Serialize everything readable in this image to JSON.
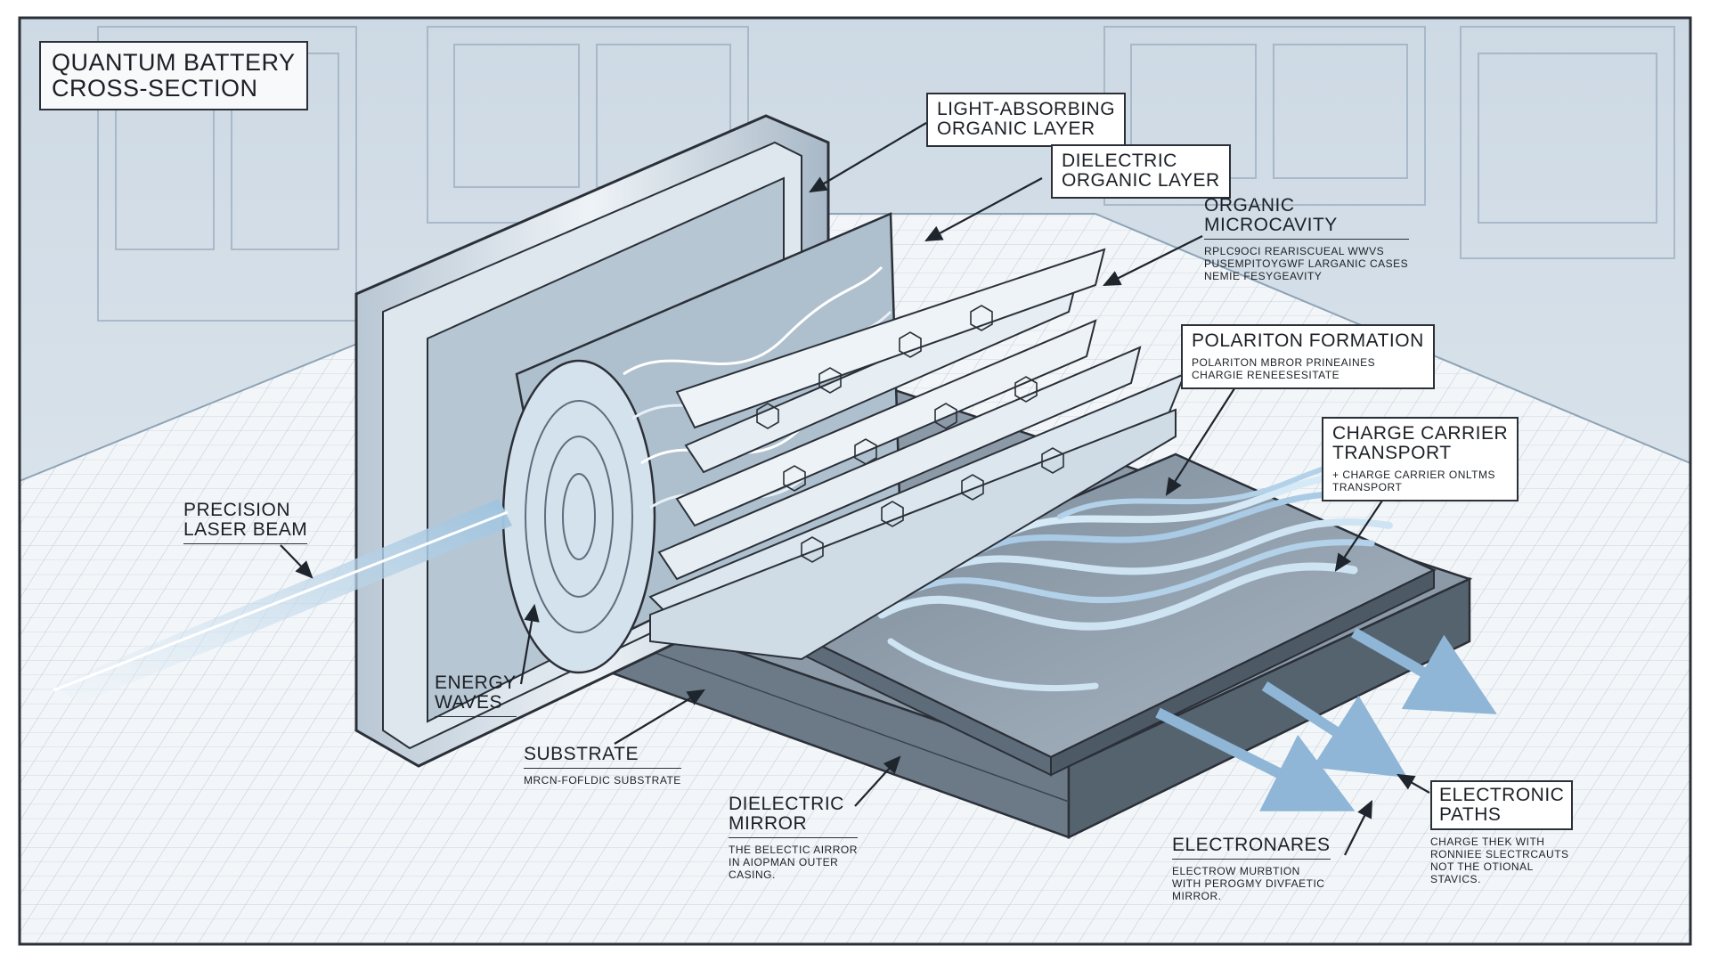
{
  "title": "QUANTUM BATTERY\nCROSS-SECTION",
  "labels": {
    "light_absorbing": {
      "heading": "LIGHT-ABSORBING\nORGANIC LAYER"
    },
    "dielectric_layer": {
      "heading": "DIELECTRIC\nORGANIC LAYER"
    },
    "microcavity": {
      "heading": "ORGANIC\nMICROCAVITY",
      "note": "RPLC9OCI REARISCUEAL WWVS\nPUSEMPITOYGWF LARGANIC CASES\nNEMIE FESYGEAVITY"
    },
    "polariton": {
      "heading": "POLARITON FORMATION",
      "note": "POLARITON MBROR PRINEAINES\nCHARGIE RENEESESITATE"
    },
    "charge_carrier": {
      "heading": "CHARGE CARRIER\nTRANSPORT",
      "note": "+ CHARGE CARRIER ONLTMS\nTRANSPORT"
    },
    "laser": {
      "heading": "PRECISION\nLASER BEAM"
    },
    "energy_waves": {
      "heading": "ENERGY\nWAVES"
    },
    "substrate": {
      "heading": "SUBSTRATE",
      "note": "MRCN-FOFLDIC SUBSTRATE"
    },
    "dielectric_mirror": {
      "heading": "DIELECTRIC\nMIRROR",
      "note": "THE BELECTIC AIRROR\nIN AIOPMAN OUTER\nCASING."
    },
    "electronares": {
      "heading": "ELECTRONARES",
      "note": "ELECTROW MURBTION\nWITH PEROGMY DIVFAETIC\nMIRROR."
    },
    "electronic_paths": {
      "heading": "ELECTRONIC\nPATHS",
      "note": "CHARGE THEK WITH\nRONNIEE SLECTRCAUTS\nNOT THE OTIONAL\nSTAVICS."
    }
  }
}
